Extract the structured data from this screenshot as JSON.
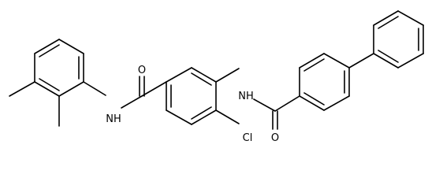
{
  "molecule": {
    "atoms": {
      "o_left": "O",
      "nh_left": "NH",
      "nh_right": "NH",
      "o_right": "O",
      "cl": "Cl"
    },
    "line_color": "#000000",
    "background": "#ffffff"
  }
}
